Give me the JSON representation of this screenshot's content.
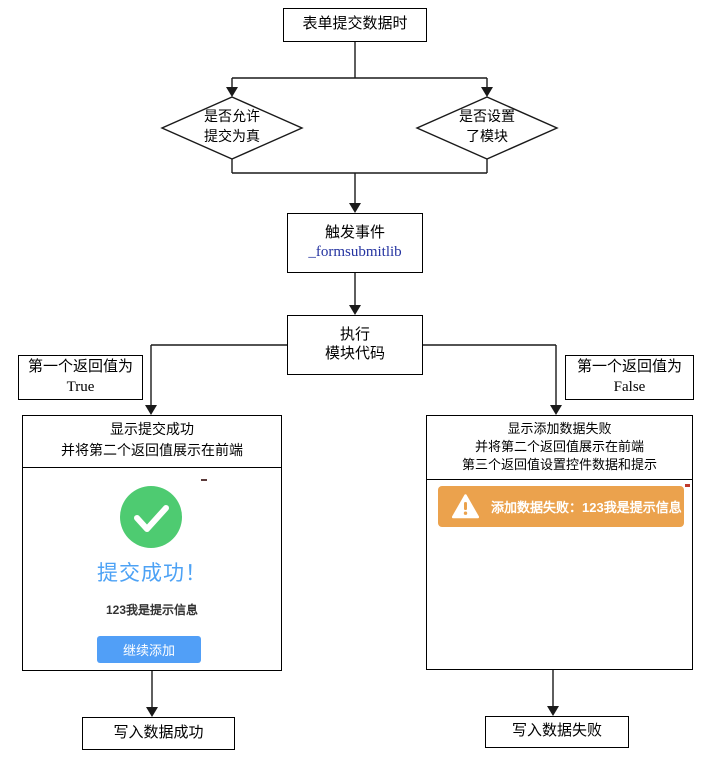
{
  "flowchart": {
    "start_box": {
      "label": "表单提交数据时"
    },
    "decision_allow_submit": {
      "line1": "是否允许",
      "line2": "提交为真"
    },
    "decision_module_set": {
      "line1": "是否设置",
      "line2": "了模块"
    },
    "trigger_event_box": {
      "line1": "触发事件",
      "line2": "_formsubmitlib"
    },
    "execute_box": {
      "line1": "执行",
      "line2": "模块代码"
    },
    "branch_true": {
      "line1": "第一个返回值为",
      "line2": "True"
    },
    "branch_false": {
      "line1": "第一个返回值为",
      "line2": "False"
    },
    "end_success": {
      "label": "写入数据成功"
    },
    "end_failure": {
      "label": "写入数据失败"
    }
  },
  "success_panel": {
    "header": {
      "line1": "显示提交成功",
      "line2": "并将第二个返回值展示在前端"
    },
    "icon": "check-circle-icon",
    "result_title": "提交成功！",
    "message": "123我是提示信息",
    "continue_button": "继续添加"
  },
  "failure_panel": {
    "header": {
      "line1": "显示添加数据失败",
      "line2": "并将第二个返回值展示在前端",
      "line3": "第三个返回值设置控件数据和提示"
    },
    "alert": {
      "icon": "warning-triangle-icon",
      "text": "添加数据失败：123我是提示信息"
    }
  },
  "colors": {
    "success_green": "#4ecb71",
    "result_title_blue": "#4da2f5",
    "button_blue": "#519ff7",
    "alert_orange": "#eba24d",
    "event_link_navy": "#2433a0"
  }
}
